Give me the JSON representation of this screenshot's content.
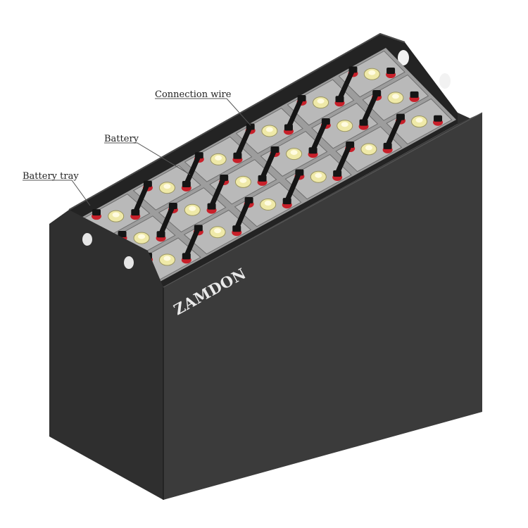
{
  "labels": {
    "connection_wire": "Connection wire",
    "battery": "Battery",
    "battery_tray": "Battery tray"
  },
  "brand": "ZAMDON",
  "colors": {
    "tray_front": "#3a3a3a",
    "tray_side": "#2b2b2b",
    "tray_back": "#262626",
    "cell_top": "#b9b9b9",
    "cap_yellow": "#efe9a8",
    "terminal_red": "#c8202a",
    "connector_black": "#151515"
  }
}
